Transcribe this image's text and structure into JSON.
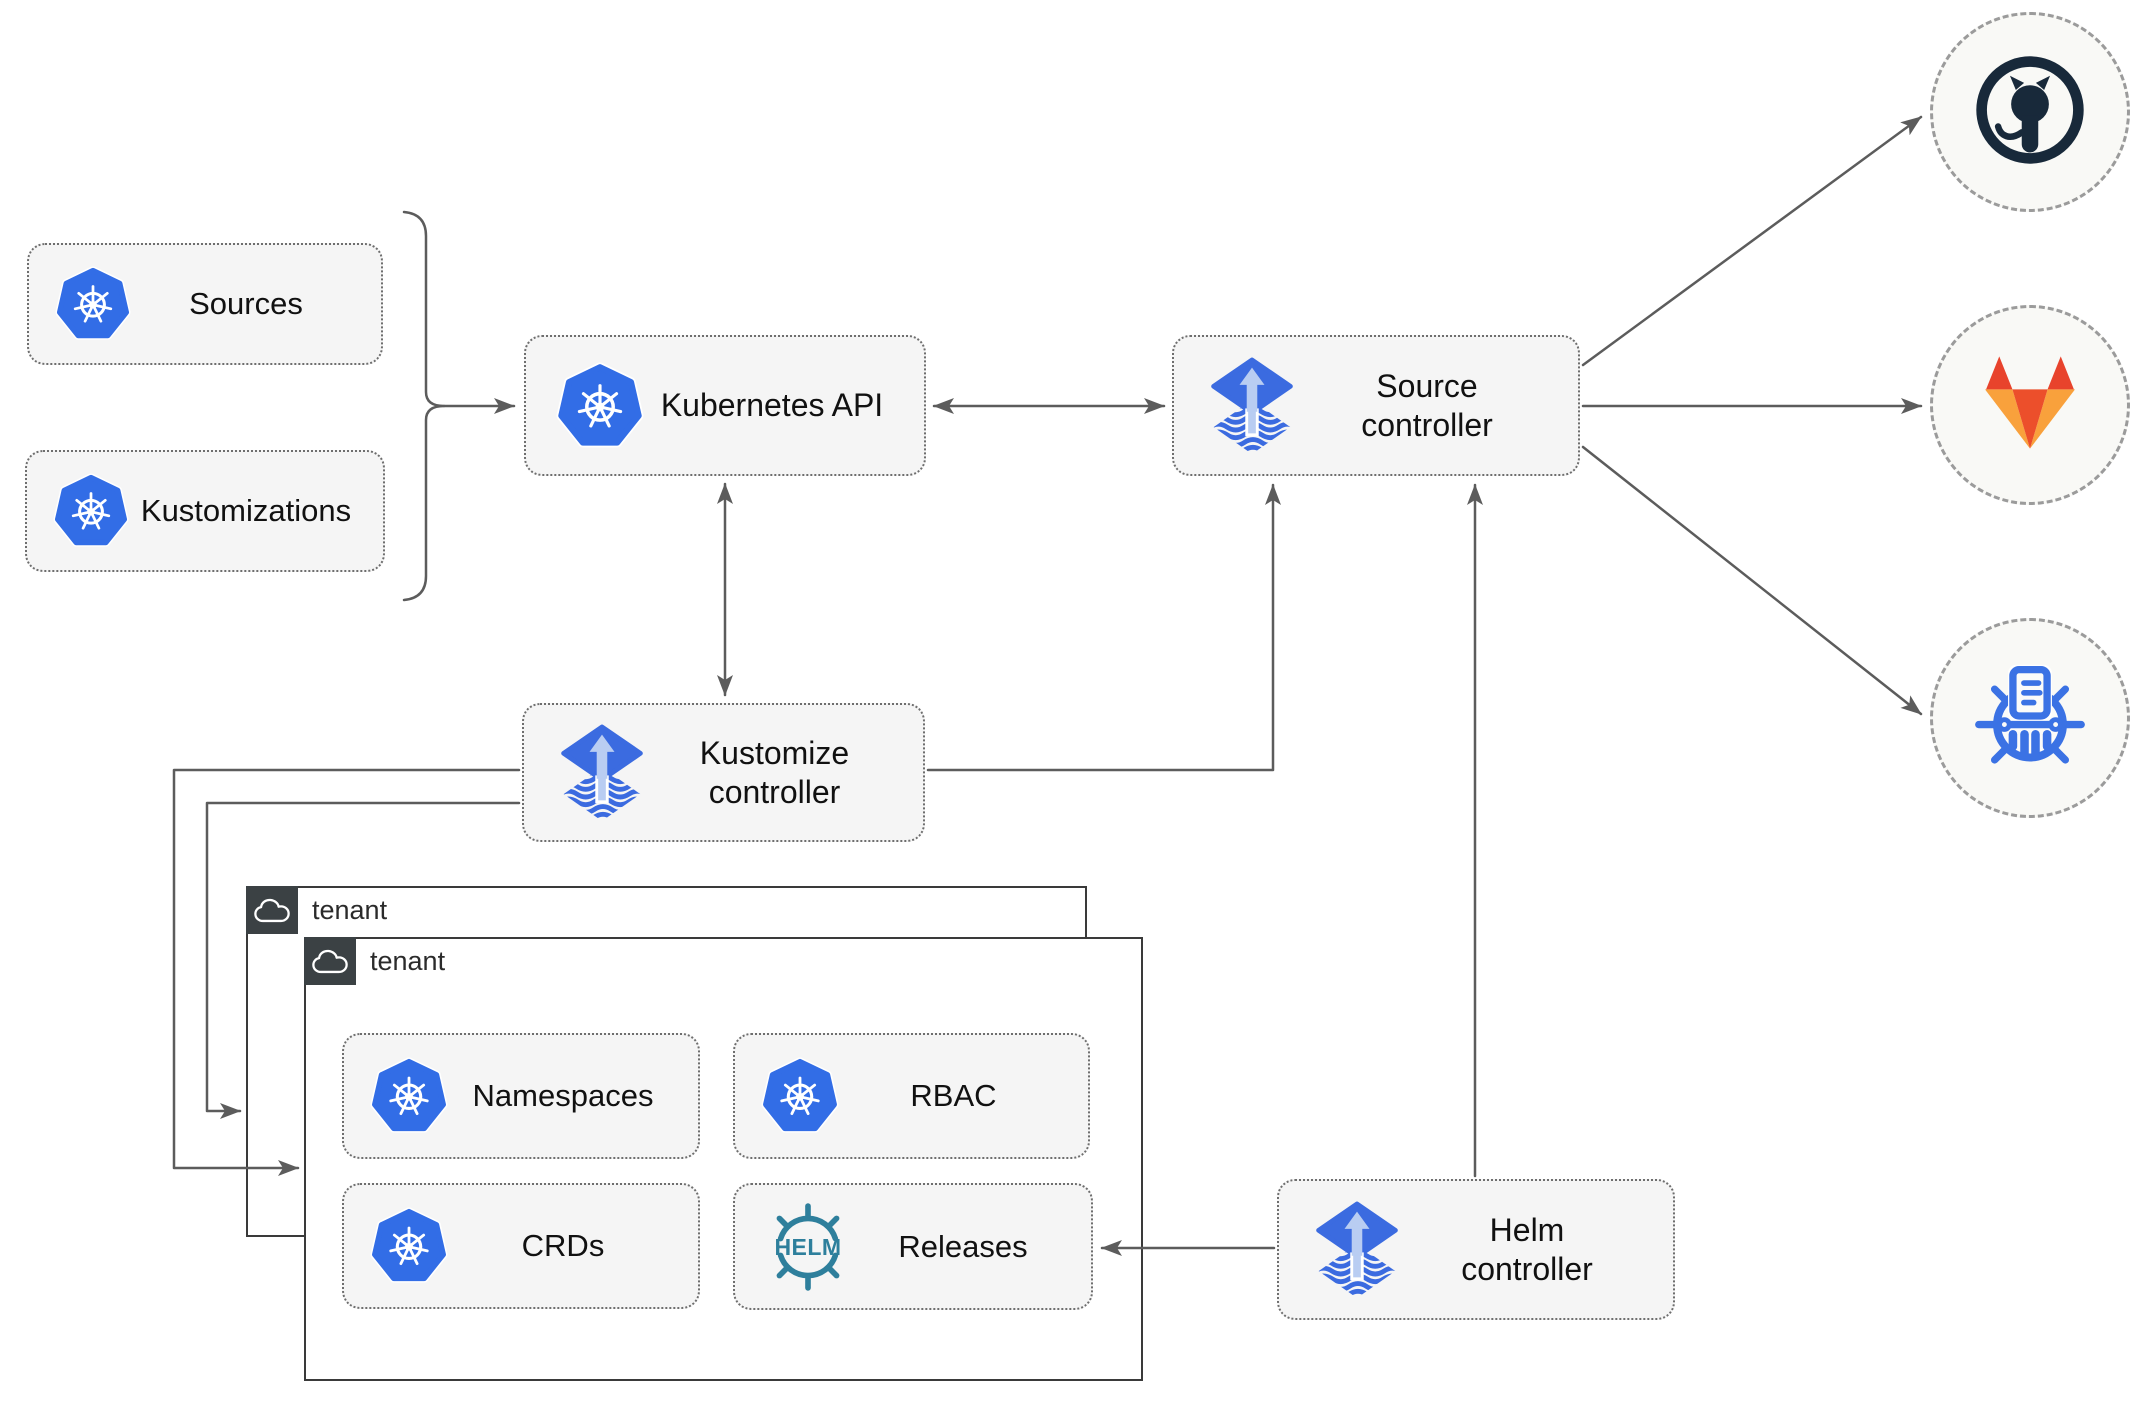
{
  "nodes": {
    "sources": {
      "label": "Sources"
    },
    "kustomizations": {
      "label": "Kustomizations"
    },
    "kubernetes_api": {
      "label": "Kubernetes API"
    },
    "source_controller": {
      "line1": "Source",
      "line2": "controller"
    },
    "kustomize_controller": {
      "line1": "Kustomize",
      "line2": "controller"
    },
    "helm_controller": {
      "line1": "Helm",
      "line2": "controller"
    },
    "tenant_back": {
      "label": "tenant"
    },
    "tenant_front": {
      "label": "tenant"
    },
    "namespaces": {
      "label": "Namespaces"
    },
    "rbac": {
      "label": "RBAC"
    },
    "crds": {
      "label": "CRDs"
    },
    "releases": {
      "label": "Releases"
    }
  },
  "helm_logo_text": "HELM",
  "icons": {
    "kubernetes": "kubernetes-icon",
    "flux": "flux-icon",
    "helm_wheel": "helm-icon",
    "cloud": "cloud-icon",
    "github": "github-icon",
    "gitlab": "gitlab-icon",
    "chartmuseum": "chartmuseum-icon"
  },
  "colors": {
    "kubernetes_blue": "#326de6",
    "flux_blue": "#3b6be0",
    "flux_arrow_light": "#b9cdf2",
    "helm_teal": "#2e7f9c",
    "chartmuseum_blue": "#3b72e4",
    "github_dark": "#18293a",
    "gitlab_red": "#e8432c",
    "gitlab_orange": "#ec4f2b",
    "gitlab_light_orange": "#f9a13c",
    "node_fill": "#f5f5f5",
    "node_border": "#6e6e6e",
    "connector_gray": "#5c5c5c",
    "tenant_header_dark": "#3b4144",
    "tenant_border": "#3a3a3a",
    "circle_fill": "#f9f9f6"
  }
}
